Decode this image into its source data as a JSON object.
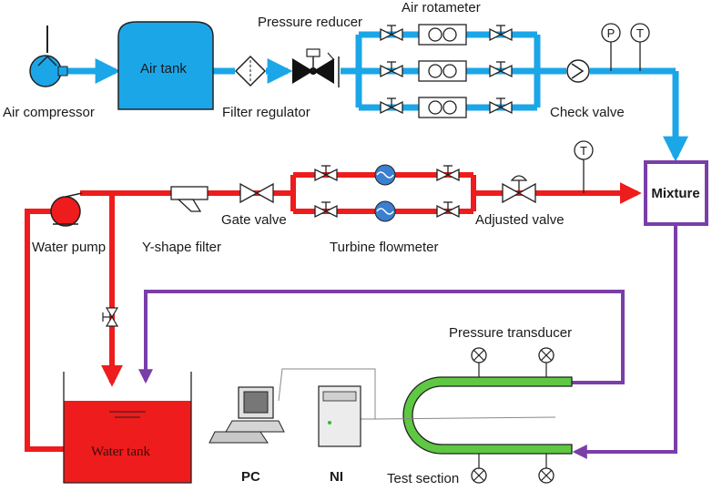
{
  "labels": {
    "air_compressor": "Air compressor",
    "air_tank": "Air tank",
    "filter_regulator": "Filter regulator",
    "pressure_reducer": "Pressure reducer",
    "air_rotameter": "Air rotameter",
    "check_valve": "Check valve",
    "pressure_gauge": "P",
    "temperature_gauge": "T",
    "mixture": "Mixture",
    "water_pump": "Water pump",
    "y_shape_filter": "Y-shape filter",
    "gate_valve": "Gate valve",
    "turbine_flowmeter": "Turbine flowmeter",
    "adjusted_valve": "Adjusted valve",
    "water_tank": "Water tank",
    "pressure_transducer": "Pressure transducer",
    "pc": "PC",
    "ni": "NI",
    "test_section": "Test section"
  },
  "colors": {
    "air_line": "#1ba6e8",
    "water_line": "#ee1c1c",
    "mixture_line": "#7a3ea8",
    "air_tank": "#1ba6e8",
    "water_tank": "#ee1c1c",
    "test_section": "#5ec843",
    "flowmeter": "#3a7fd0"
  }
}
